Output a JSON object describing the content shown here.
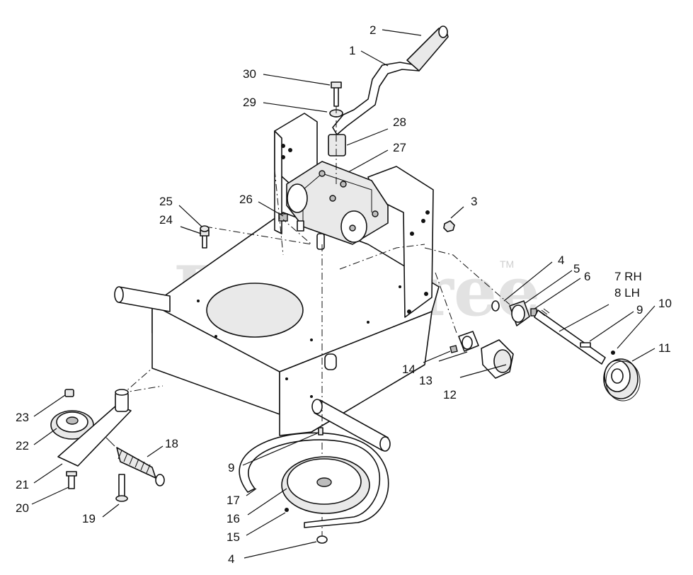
{
  "watermark": {
    "text": "PartsTree",
    "mark": "TM"
  },
  "callouts": {
    "c1": "1",
    "c2": "2",
    "c3": "3",
    "c4a": "4",
    "c4b": "4",
    "c5": "5",
    "c6": "6",
    "c7": "7 RH",
    "c8": "8 LH",
    "c9a": "9",
    "c9b": "9",
    "c10": "10",
    "c11": "11",
    "c12": "12",
    "c13": "13",
    "c14": "14",
    "c15": "15",
    "c16": "16",
    "c17": "17",
    "c18": "18",
    "c19": "19",
    "c20": "20",
    "c21": "21",
    "c22": "22",
    "c23": "23",
    "c24": "24",
    "c25": "25",
    "c26": "26",
    "c27": "27",
    "c28": "28",
    "c29": "29",
    "c30": "30"
  }
}
